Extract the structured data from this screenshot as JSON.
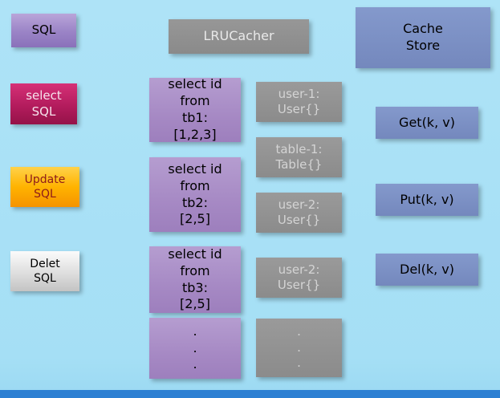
{
  "title": "SQL LRU Cache Store Diagram",
  "colors": {
    "background": "#a9e2f6",
    "bottom_bar": "#2d80d3",
    "purple_node": "#a689c4",
    "gray_node": "#8f8f8f",
    "blue_node": "#7a8ec4",
    "magenta_node": "#b31c5d",
    "orange_node": "#ffb300",
    "light_gray_node": "#dedede"
  },
  "nodes": {
    "sql": "SQL",
    "select_sql": "select\nSQL",
    "update_sql": "Update\nSQL",
    "delete_sql": "Delet\nSQL",
    "lru_cacher": "LRUCacher",
    "cache_store": "Cache\nStore",
    "query_tb1": "select id\nfrom\ntb1:\n[1,2,3]",
    "query_tb2": "select id\nfrom\ntb2:\n[2,5]",
    "query_tb3": "select id\nfrom\ntb3:\n[2,5]",
    "query_dots": ".\n.\n.",
    "cache_user1": "user-1:\nUser{}",
    "cache_table1": "table-1:\nTable{}",
    "cache_user2a": "user-2:\nUser{}",
    "cache_user2b": "user-2:\nUser{}",
    "cache_dots": ".\n.\n.",
    "op_get": "Get(k, v)",
    "op_put": "Put(k, v)",
    "op_del": "Del(k, v)"
  }
}
